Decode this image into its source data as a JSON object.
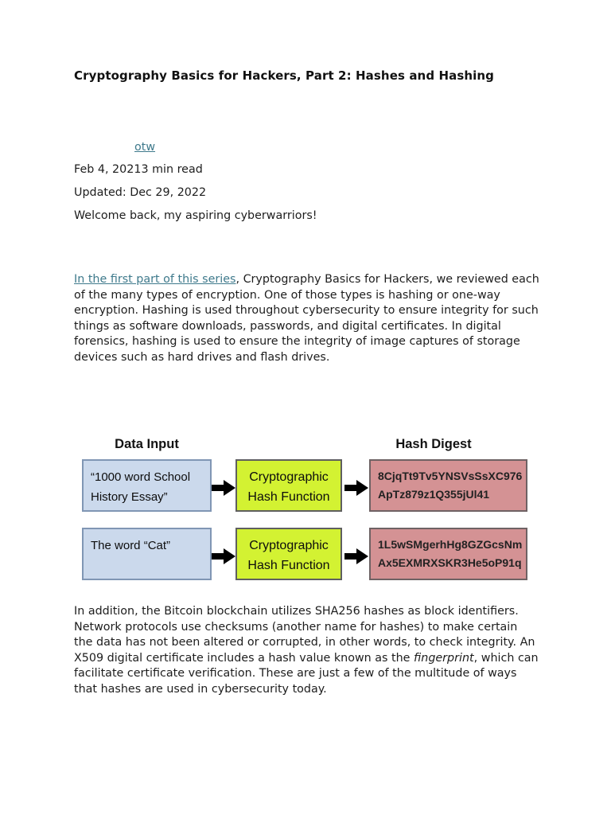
{
  "article": {
    "title": "Cryptography Basics for Hackers, Part 2: Hashes and Hashing",
    "author": "otw",
    "date": "Feb 4, 2021",
    "read_time": "3 min read",
    "updated": "Updated: Dec 29, 2022",
    "greeting": "Welcome back, my aspiring cyberwarriors!",
    "para1_link_text": "In the first part of this series",
    "para1_rest": ", Cryptography Basics for Hackers, we reviewed each of the many types of encryption. One of those types is hashing or one-way encryption. Hashing is used throughout cybersecurity to ensure integrity for such things as software downloads, passwords, and digital certificates. In digital forensics, hashing is used to ensure the integrity of image captures of storage devices such as hard drives and flash drives.",
    "para2_before": "In addition, the Bitcoin blockchain utilizes SHA256 hashes as block identifiers. Network protocols use checksums (another name for hashes) to make certain the data has not been altered or corrupted, in other words, to check integrity. An X509 digital certificate includes a hash value known as the ",
    "para2_italic": "fingerprint",
    "para2_after": ", which can facilitate certificate verification. These are just a few of the multitude of ways that hashes are used in cybersecurity today."
  },
  "diagram": {
    "input_header": "Data Input",
    "digest_header": "Hash Digest",
    "rows": [
      {
        "input": "“1000 word School History Essay”",
        "function": "Cryptographic Hash Function",
        "digest": [
          "8CjqTt9Tv5YNSVsSsXC976",
          "ApTz879z1Q355jUl41"
        ]
      },
      {
        "input": "The word “Cat”",
        "function": "Cryptographic Hash Function",
        "digest": [
          "1L5wSMgerhHg8GZGcsNm",
          "Ax5EXMRXSKR3He5oP91q"
        ]
      }
    ],
    "colors": {
      "input_fill": "#cbd9ec",
      "function_fill": "#d3f232",
      "digest_fill": "#d49294"
    }
  },
  "link_color": "#3f7a8c"
}
